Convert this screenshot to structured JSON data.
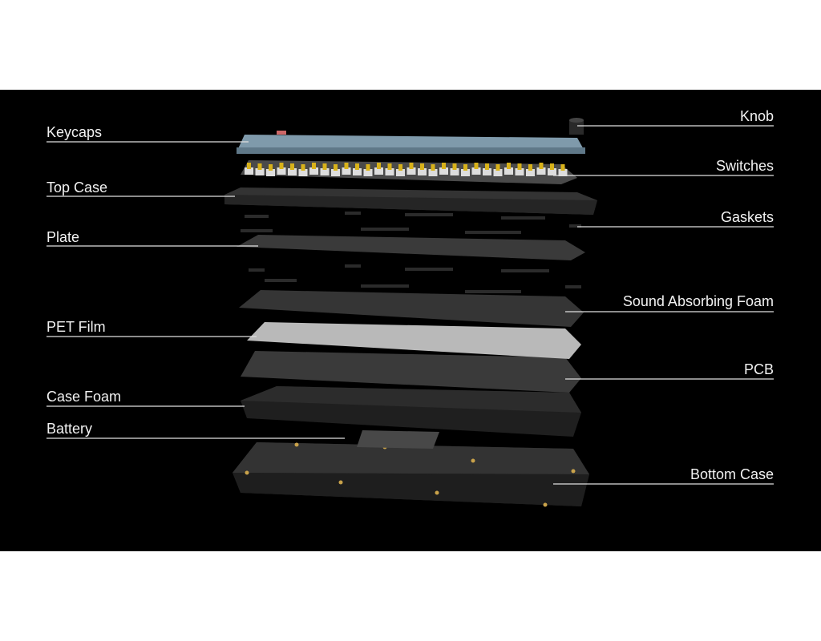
{
  "title": "Keyboard exploded view",
  "labels_left": [
    {
      "id": "keycaps",
      "text": "Keycaps"
    },
    {
      "id": "top-case",
      "text": "Top Case"
    },
    {
      "id": "plate",
      "text": "Plate"
    },
    {
      "id": "pet-film",
      "text": "PET Film"
    },
    {
      "id": "case-foam",
      "text": "Case Foam"
    },
    {
      "id": "battery",
      "text": "Battery"
    }
  ],
  "labels_right": [
    {
      "id": "knob",
      "text": "Knob"
    },
    {
      "id": "switches",
      "text": "Switches"
    },
    {
      "id": "gaskets",
      "text": "Gaskets"
    },
    {
      "id": "sound-absorbing-foam",
      "text": "Sound Absorbing Foam"
    },
    {
      "id": "pcb",
      "text": "PCB"
    },
    {
      "id": "bottom-case",
      "text": "Bottom Case"
    }
  ],
  "colors": {
    "background": "#000000",
    "label": "#f2f2f2",
    "keycaps": "#7f9aab",
    "switch_stem": "#d8b21a",
    "pet_film": "#b9b9b9"
  }
}
